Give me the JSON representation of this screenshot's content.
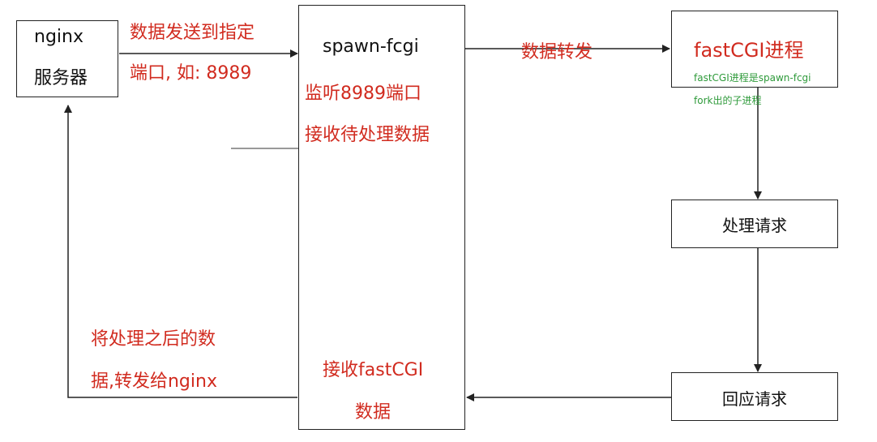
{
  "nodes": {
    "nginx": {
      "line1": "nginx",
      "line2": "服务器"
    },
    "spawn": {
      "title": "spawn-fcgi",
      "note_line1": "监听8989端口",
      "note_line2": "接收待处理数据",
      "bottom_line1": "接收fastCGI",
      "bottom_line2": "数据"
    },
    "fastcgi": {
      "title": "fastCGI进程",
      "note_line1": "fastCGI进程是spawn-fcgi",
      "note_line2": "fork出的子进程"
    },
    "process": {
      "label": "处理请求"
    },
    "respond": {
      "label": "回应请求"
    }
  },
  "edges": {
    "nginx_to_spawn": {
      "line1": "数据发送到指定",
      "line2": "端口, 如: 8989"
    },
    "spawn_to_fastcgi": {
      "label": "数据转发"
    },
    "spawn_to_nginx": {
      "line1": "将处理之后的数",
      "line2": "据,转发给nginx"
    }
  },
  "colors": {
    "red": "#d12b1f",
    "green": "#2e9a3a",
    "line": "#222222"
  }
}
